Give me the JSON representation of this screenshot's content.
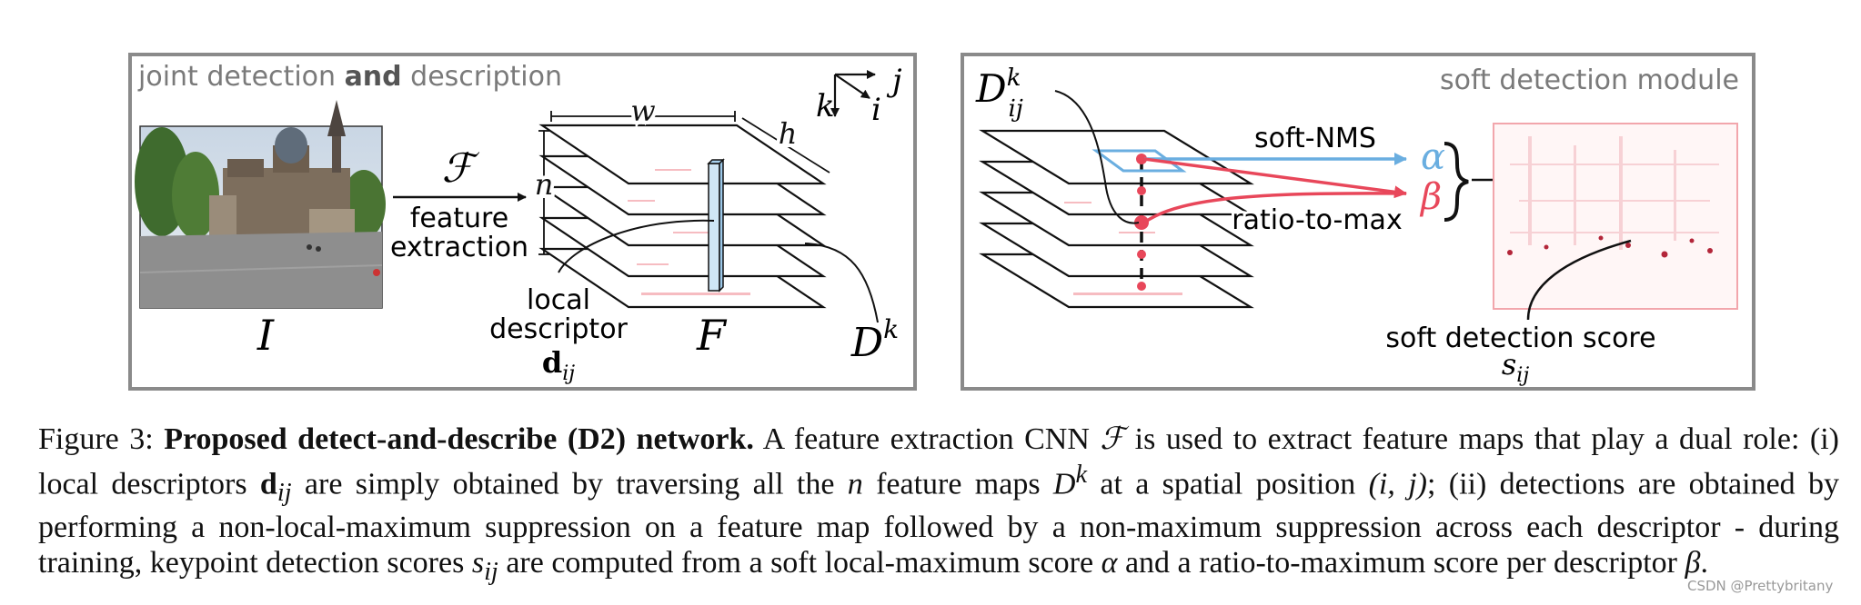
{
  "left_panel": {
    "title_pre": "joint detection ",
    "title_bold": "and",
    "title_post": " description",
    "image_label": "I",
    "function_symbol": "ℱ",
    "arrow_label_line1": "feature",
    "arrow_label_line2": "extraction",
    "dim_w": "w",
    "dim_h": "h",
    "dim_n": "n",
    "stack_label": "F",
    "descriptor_line1": "local",
    "descriptor_line2": "descriptor",
    "descriptor_symbol": "d",
    "descriptor_sub": "ij",
    "feature_map_symbol": "D",
    "feature_map_sup": "k",
    "axis_k": "k",
    "axis_i": "i",
    "axis_j": "j"
  },
  "right_panel": {
    "title": "soft detection module",
    "map_symbol": "D",
    "map_sup": "k",
    "map_sub": "ij",
    "soft_nms_label": "soft-NMS",
    "ratio_label": "ratio-to-max",
    "alpha": "α",
    "beta": "β",
    "score_label": "soft detection score",
    "score_symbol": "s",
    "score_sub": "ij"
  },
  "colors": {
    "frame": "#8a8a8a",
    "alpha_blue": "#6aaee0",
    "beta_red": "#e8475a",
    "title_gray": "#7a7a7a"
  },
  "caption": {
    "label": "Figure 3: ",
    "bold": "Proposed detect-and-describe (D2) network.",
    "t1": " A feature extraction CNN ",
    "F": "ℱ",
    "t2": " is used to extract feature maps that play a dual role: (i) local descriptors ",
    "d": "d",
    "d_sub": "ij",
    "t3": " are simply obtained by traversing all the ",
    "n": "n",
    "t4": " feature maps ",
    "D": "D",
    "D_sup": "k",
    "t5": " at a spatial position ",
    "pos": "(i, j)",
    "t6": "; (ii) detections are obtained by performing a non-local-maximum suppression on a feature map followed by a non-maximum suppression across each descriptor - during training, keypoint detection scores ",
    "s": "s",
    "s_sub": "ij",
    "t7": " are computed from a soft local-maximum score ",
    "alpha": "α",
    "t8": " and a ratio-to-maximum score per descriptor ",
    "beta": "β",
    "t9": "."
  },
  "watermark": "CSDN @Prettybritany"
}
